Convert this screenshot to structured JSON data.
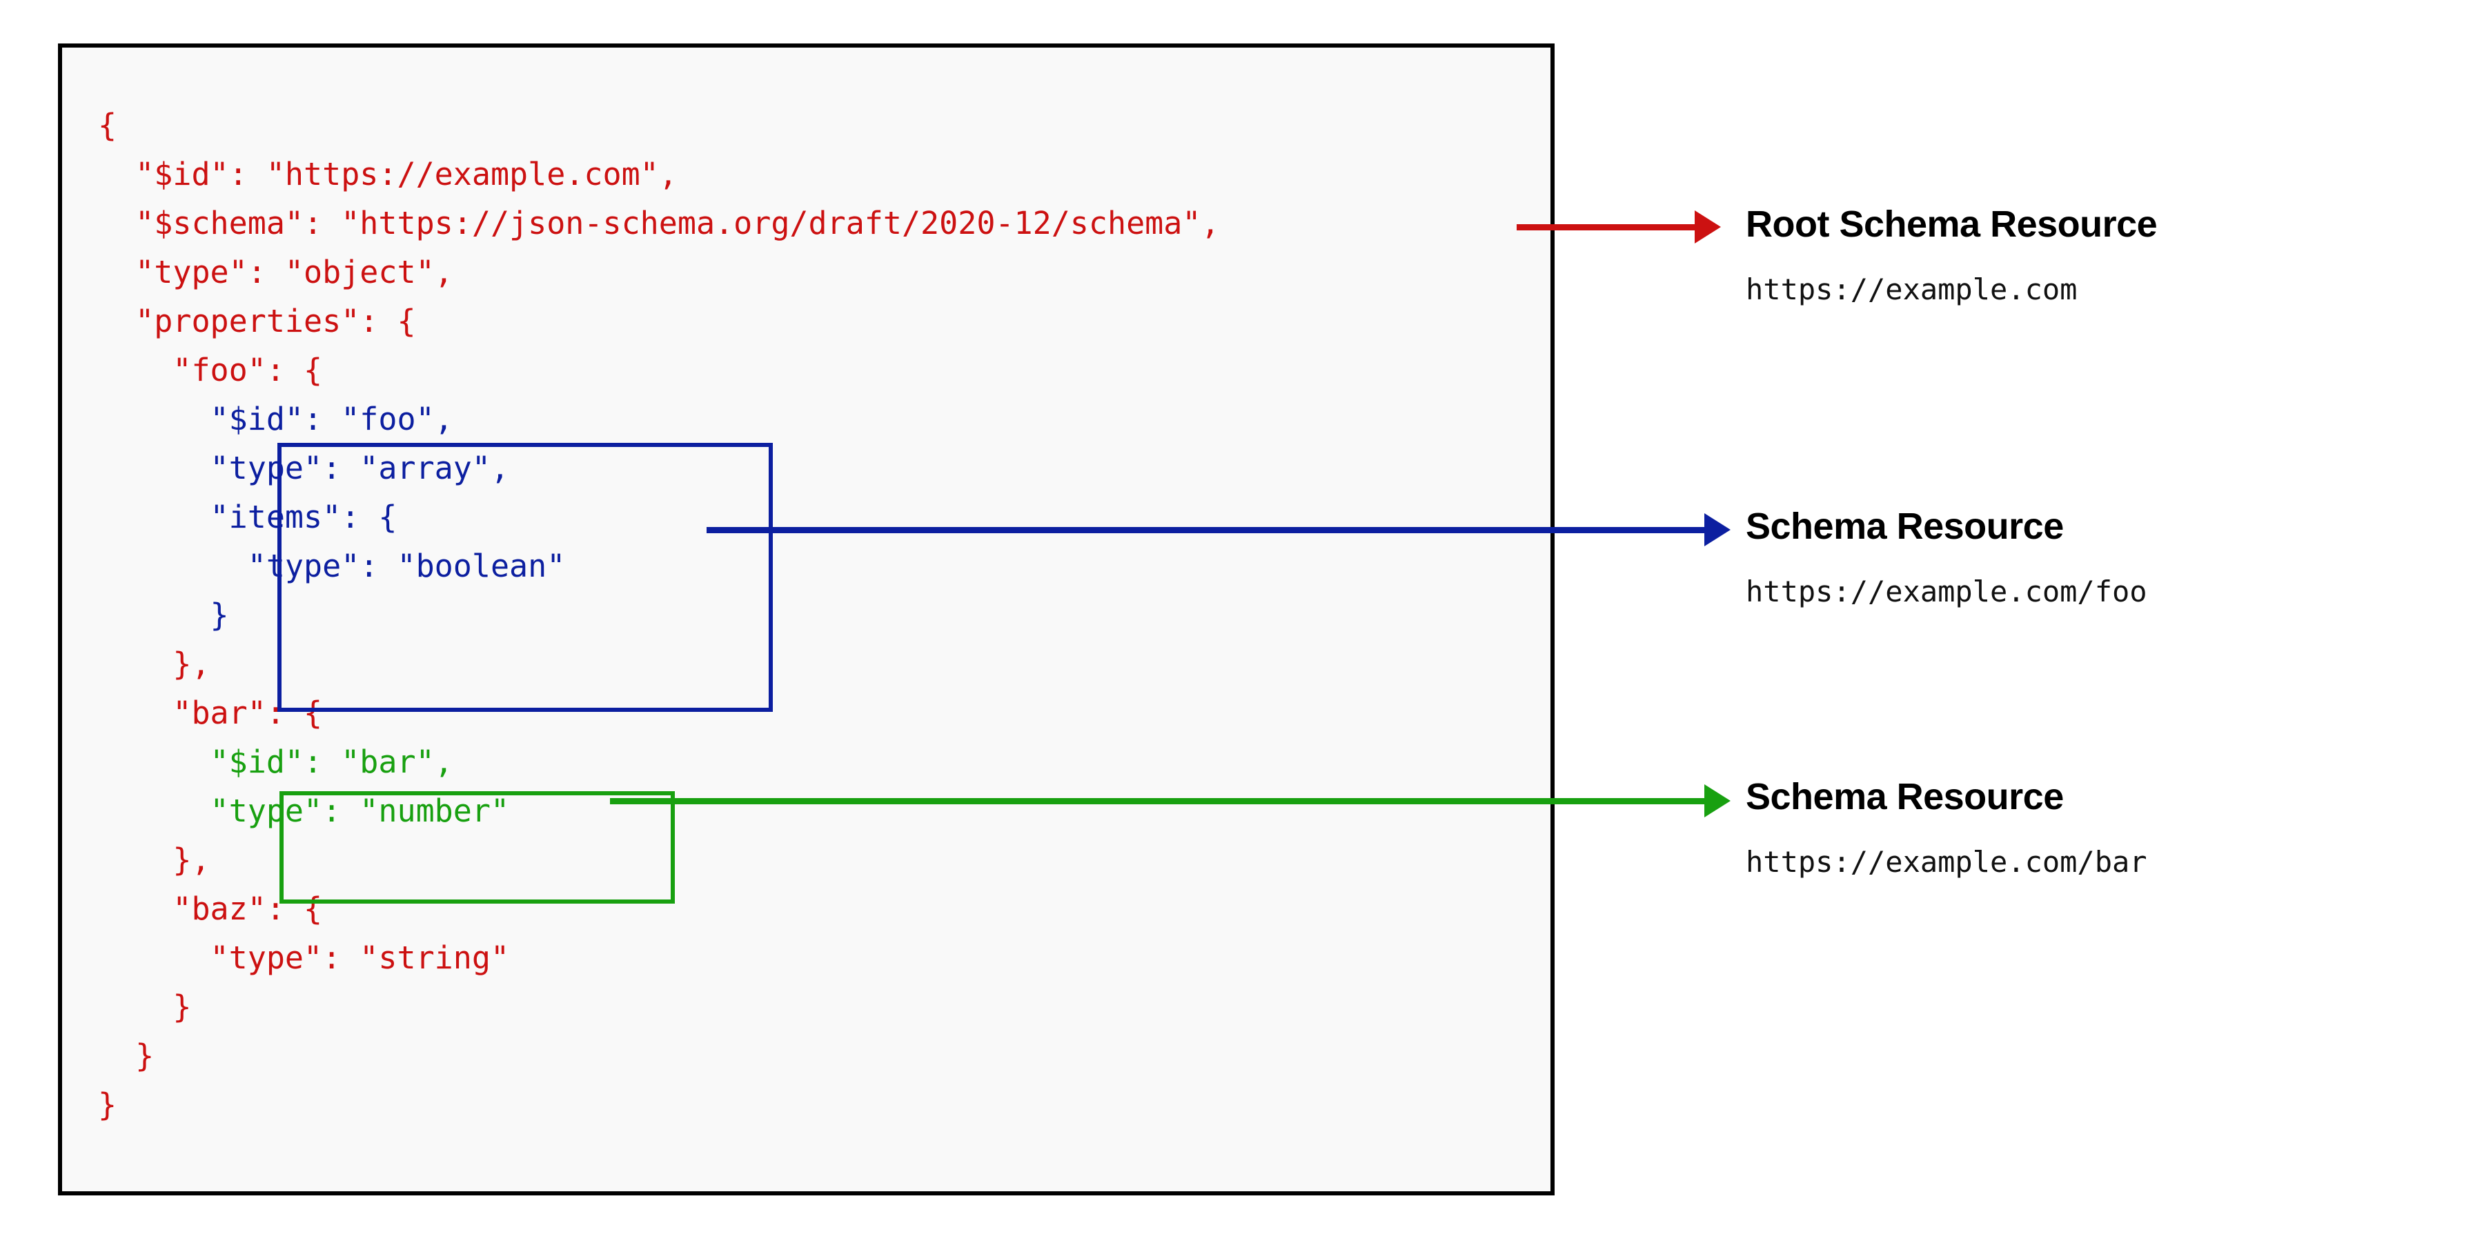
{
  "diagram": {
    "title": "JSON Schema resource identification",
    "colors": {
      "root_accent": "#cc1111",
      "foo_accent": "#0c1fa0",
      "bar_accent": "#18a010",
      "panel_bg": "#f9f9f9",
      "panel_border": "#000000"
    }
  },
  "code": {
    "lines": [
      {
        "indent": 0,
        "text": "{",
        "color": "red"
      },
      {
        "indent": 1,
        "text": "\"$id\": \"https://example.com\",",
        "color": "red"
      },
      {
        "indent": 1,
        "text": "\"$schema\": \"https://json-schema.org/draft/2020-12/schema\",",
        "color": "red"
      },
      {
        "indent": 1,
        "text": "\"type\": \"object\",",
        "color": "red"
      },
      {
        "indent": 1,
        "text": "\"properties\": {",
        "color": "red"
      },
      {
        "indent": 2,
        "text": "\"foo\": {",
        "color": "red"
      },
      {
        "indent": 3,
        "text": "\"$id\": \"foo\",",
        "color": "blue"
      },
      {
        "indent": 3,
        "text": "\"type\": \"array\",",
        "color": "blue"
      },
      {
        "indent": 3,
        "text": "\"items\": {",
        "color": "blue"
      },
      {
        "indent": 4,
        "text": "\"type\": \"boolean\"",
        "color": "blue"
      },
      {
        "indent": 3,
        "text": "}",
        "color": "blue"
      },
      {
        "indent": 2,
        "text": "},",
        "color": "red"
      },
      {
        "indent": 2,
        "text": "\"bar\": {",
        "color": "red"
      },
      {
        "indent": 3,
        "text": "\"$id\": \"bar\",",
        "color": "green"
      },
      {
        "indent": 3,
        "text": "\"type\": \"number\"",
        "color": "green"
      },
      {
        "indent": 2,
        "text": "},",
        "color": "red"
      },
      {
        "indent": 2,
        "text": "\"baz\": {",
        "color": "red"
      },
      {
        "indent": 3,
        "text": "\"type\": \"string\"",
        "color": "red"
      },
      {
        "indent": 2,
        "text": "}",
        "color": "red"
      },
      {
        "indent": 1,
        "text": "}",
        "color": "red"
      },
      {
        "indent": 0,
        "text": "}",
        "color": "red"
      }
    ]
  },
  "annotations": [
    {
      "id": "root",
      "title": "Root Schema Resource",
      "url": "https://example.com",
      "color": "#cc1111"
    },
    {
      "id": "foo",
      "title": "Schema Resource",
      "url": "https://example.com/foo",
      "color": "#0c1fa0"
    },
    {
      "id": "bar",
      "title": "Schema Resource",
      "url": "https://example.com/bar",
      "color": "#18a010"
    }
  ]
}
